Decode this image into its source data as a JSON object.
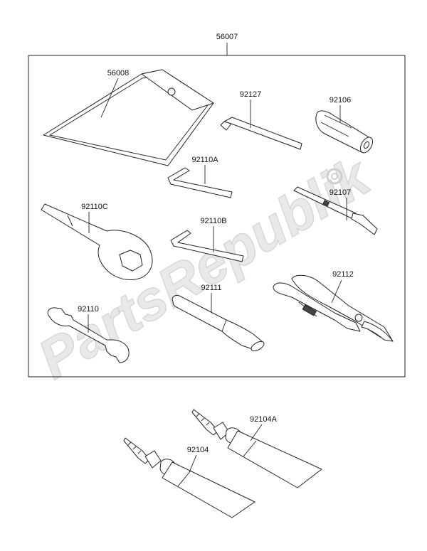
{
  "watermark": "PartsRepublik",
  "kit_label": "56007",
  "labels": {
    "pouch": "56008",
    "hex_long": "92127",
    "grip": "92106",
    "hex_a": "92110A",
    "screwdriver": "92107",
    "ring_wrench": "92110C",
    "hex_b": "92110B",
    "tube_wrench": "92111",
    "pliers": "92112",
    "open_wrench": "92110",
    "glue_a": "92104A",
    "glue": "92104"
  }
}
